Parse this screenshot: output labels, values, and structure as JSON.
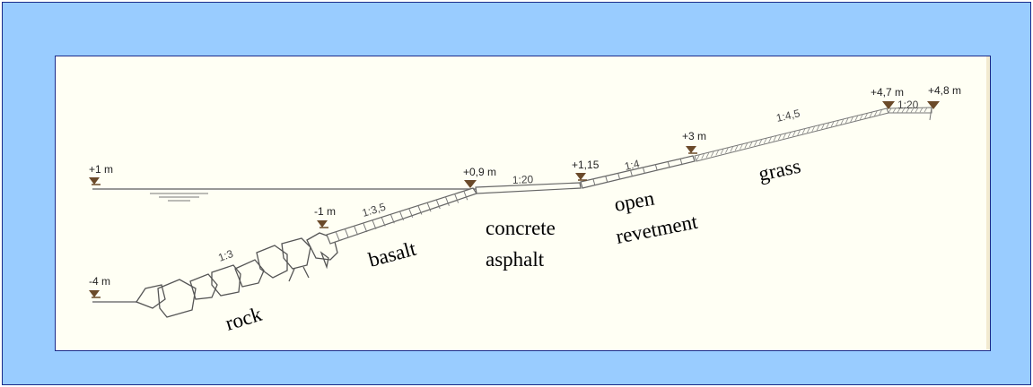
{
  "levels": {
    "plus1": "+1 m",
    "minus4": "-4 m",
    "minus1": "-1 m",
    "plus0_9": "+0,9 m",
    "plus1_15": "+1,15",
    "plus3": "+3 m",
    "plus4_7": "+4,7 m",
    "plus4_8": "+4,8 m"
  },
  "slopes": {
    "rock": "1:3",
    "basalt": "1:3,5",
    "concrete": "1:20",
    "revetment": "1:4",
    "grass": "1:4,5",
    "crest": "1:20"
  },
  "materials": {
    "rock": "rock",
    "basalt": "basalt",
    "concrete_line1": "concrete",
    "concrete_line2": "asphalt",
    "revetment_line1": "open",
    "revetment_line2": "revetment",
    "grass": "grass"
  },
  "colors": {
    "frame_bg": "#99ccff",
    "panel_bg": "#fffff4",
    "border": "#1a2a8a",
    "marker": "#6b4a2a",
    "line": "#777777"
  }
}
